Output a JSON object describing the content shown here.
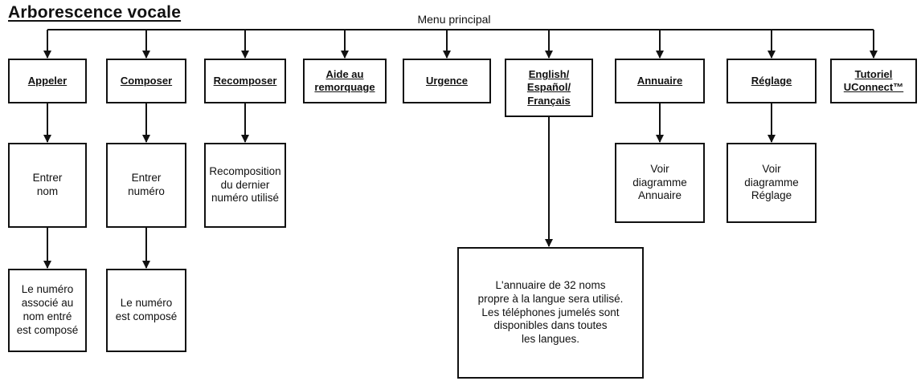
{
  "title": "Arborescence vocale",
  "root": "Menu principal",
  "menu": [
    {
      "label": "Appeler",
      "child": "Entrer\nnom",
      "grandchild": "Le numéro\nassocié au\nnom entré\nest composé"
    },
    {
      "label": "Composer",
      "child": "Entrer\nnuméro",
      "grandchild": "Le numéro\nest composé"
    },
    {
      "label": "Recomposer",
      "child": "Recomposition\ndu dernier\nnuméro utilisé"
    },
    {
      "label": "Aide au\nremorquage"
    },
    {
      "label": "Urgence"
    },
    {
      "label": "English/\nEspañol/\nFrançais",
      "child": "L'annuaire de 32 noms\npropre à la langue sera utilisé.\nLes téléphones jumelés sont\ndisponibles dans toutes\nles langues."
    },
    {
      "label": "Annuaire",
      "child": "Voir\ndiagramme\nAnnuaire"
    },
    {
      "label": "Réglage",
      "child": "Voir\ndiagramme\nRéglage"
    },
    {
      "label": "Tutoriel\nUConnect™"
    }
  ]
}
